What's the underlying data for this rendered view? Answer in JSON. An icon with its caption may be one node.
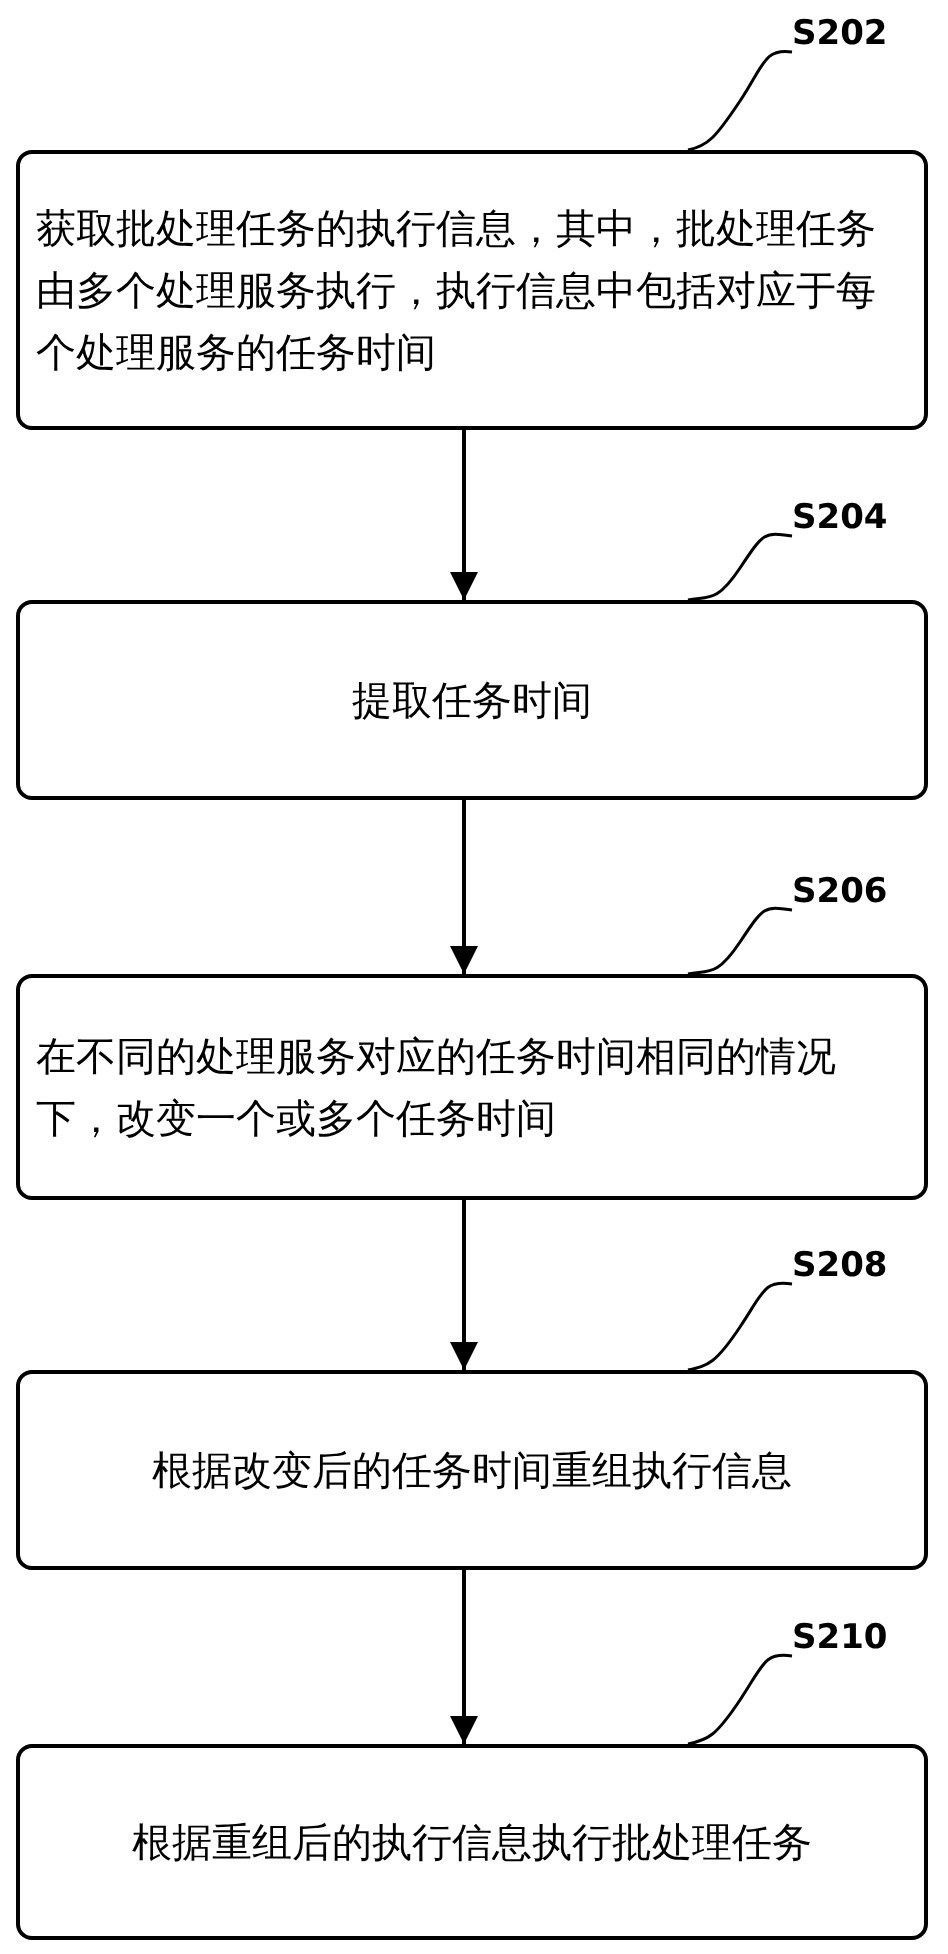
{
  "diagram": {
    "nodes": [
      {
        "text": [
          "S202"
        ]
      },
      {
        "text": [
          "获取批处理任务的执行信息，其中，批处理任务由多个处理服务执行，执行信息中包括对应于每个处理服务的任务时间"
        ]
      },
      {
        "text": [
          "S204"
        ]
      },
      {
        "text": [
          "提取任务时间"
        ]
      },
      {
        "text": [
          "S206"
        ]
      },
      {
        "text": [
          "在不同的处理服务对应的任务时间相同的情况下，改变一个或多个任务时间"
        ]
      },
      {
        "text": [
          "S208"
        ]
      },
      {
        "text": [
          "根据改变后的任务时间重组执行信息"
        ]
      },
      {
        "text": [
          "S210"
        ]
      },
      {
        "text": [
          "根据重组后的执行信息执行批处理任务"
        ]
      }
    ],
    "edges": [
      {
        "from": 0,
        "to": 1,
        "arrow": "none"
      },
      {
        "from": 1,
        "to": 3,
        "arrow": "to"
      },
      {
        "from": 2,
        "to": 3,
        "arrow": "none"
      },
      {
        "from": 3,
        "to": 5,
        "arrow": "to"
      },
      {
        "from": 4,
        "to": 5,
        "arrow": "none"
      },
      {
        "from": 5,
        "to": 7,
        "arrow": "to"
      },
      {
        "from": 6,
        "to": 7,
        "arrow": "none"
      },
      {
        "from": 7,
        "to": 9,
        "arrow": "to"
      },
      {
        "from": 8,
        "to": 9,
        "arrow": "none"
      }
    ]
  }
}
